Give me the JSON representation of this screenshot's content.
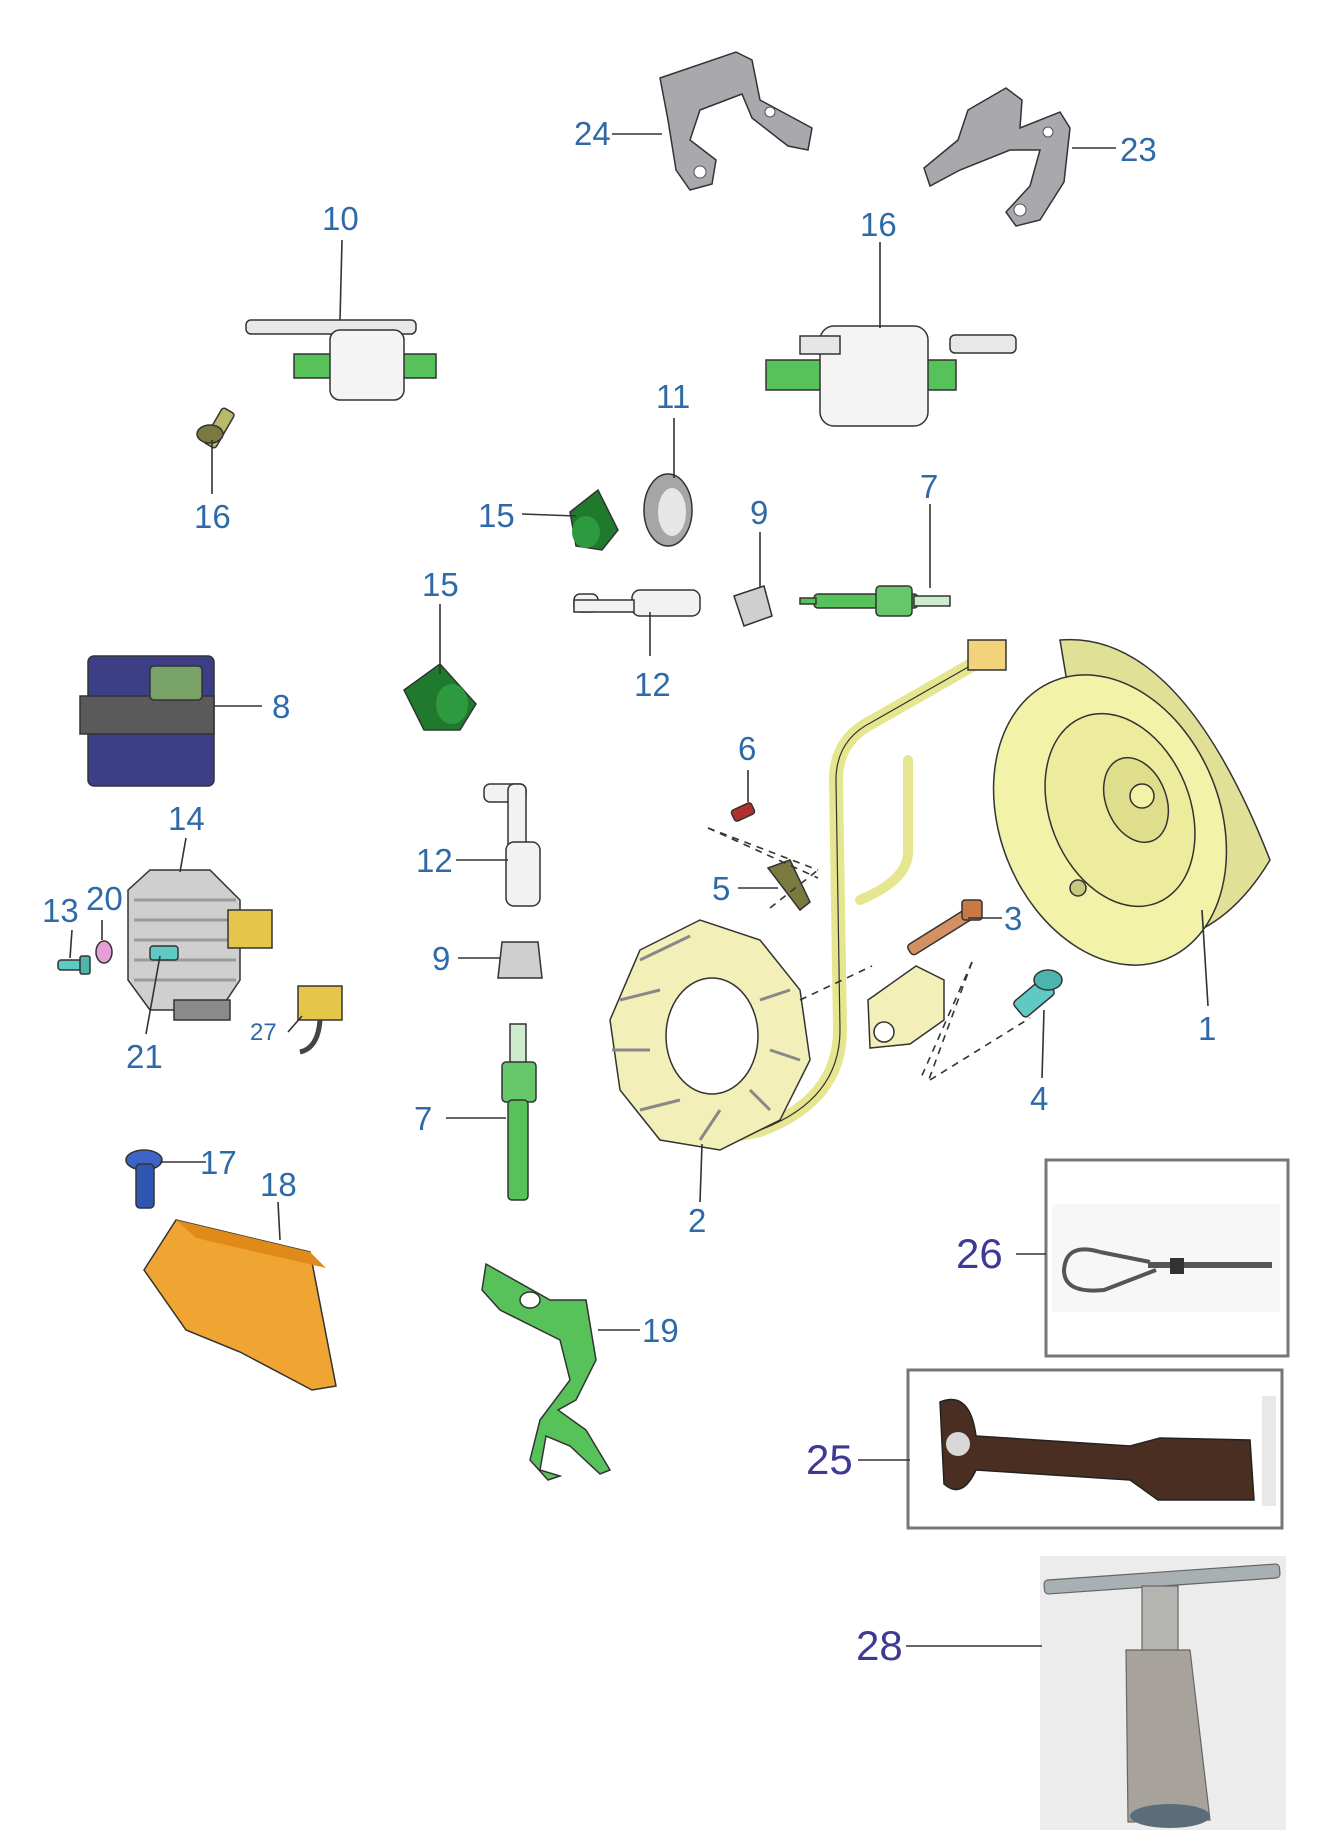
{
  "colors": {
    "label": "#2f6aa8",
    "tool_label": "#3e3a94",
    "flywheel": "#f2f2a8",
    "stator": "#f2f0b8",
    "green_part": "#58c25a",
    "dark_green_part": "#1f7a2e",
    "orange_cover": "#f0a431",
    "bracket_grey": "#a8a8ad",
    "cdi_body": "#3c3f86",
    "tool_frame": "#777777"
  },
  "callouts": [
    {
      "n": "24"
    },
    {
      "n": "23"
    },
    {
      "n": "10"
    },
    {
      "n": "16"
    },
    {
      "n": "16"
    },
    {
      "n": "11"
    },
    {
      "n": "15"
    },
    {
      "n": "9"
    },
    {
      "n": "7"
    },
    {
      "n": "15"
    },
    {
      "n": "12"
    },
    {
      "n": "8"
    },
    {
      "n": "6"
    },
    {
      "n": "14"
    },
    {
      "n": "12"
    },
    {
      "n": "5"
    },
    {
      "n": "3"
    },
    {
      "n": "13"
    },
    {
      "n": "20"
    },
    {
      "n": "9"
    },
    {
      "n": "1"
    },
    {
      "n": "4"
    },
    {
      "n": "21"
    },
    {
      "n": "27"
    },
    {
      "n": "7"
    },
    {
      "n": "17"
    },
    {
      "n": "18"
    },
    {
      "n": "2"
    },
    {
      "n": "26"
    },
    {
      "n": "19"
    },
    {
      "n": "25"
    },
    {
      "n": "28"
    }
  ]
}
